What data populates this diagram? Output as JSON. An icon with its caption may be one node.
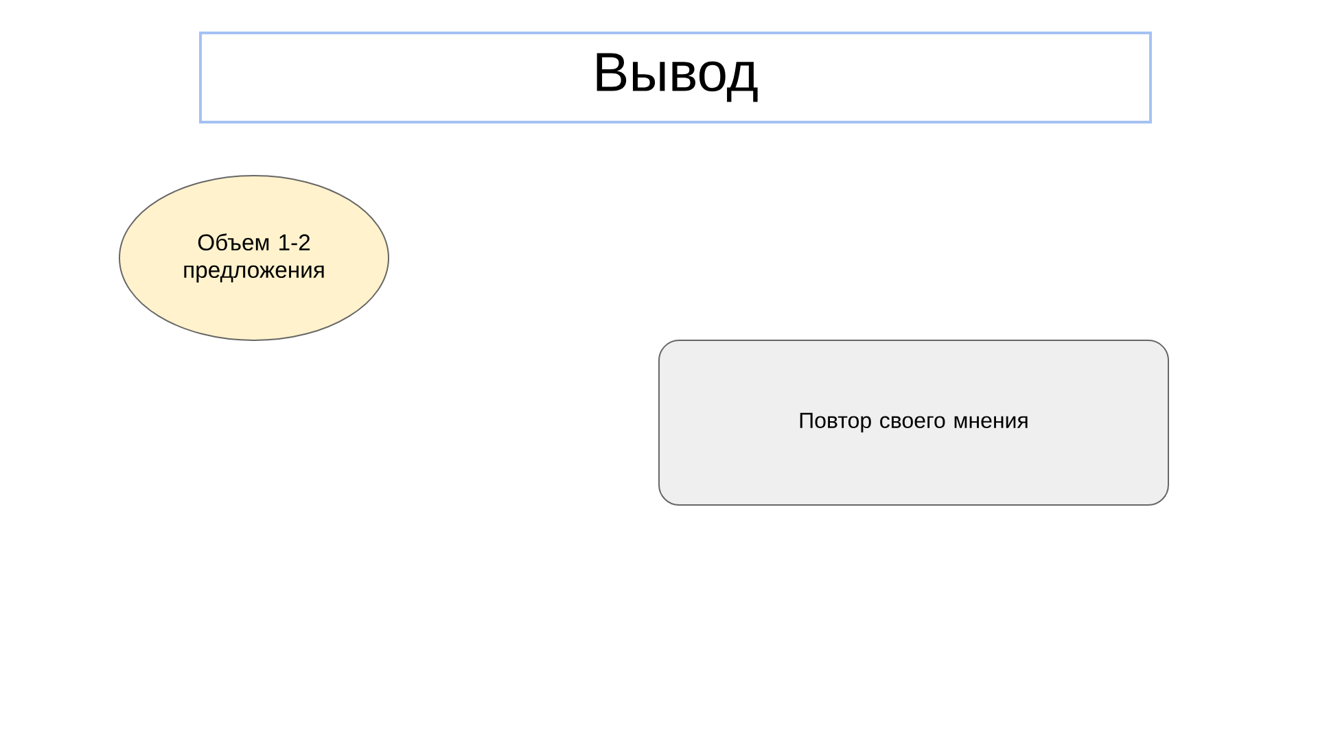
{
  "diagram": {
    "nodes": [
      {
        "text": [
          "Вывод"
        ]
      },
      {
        "text": [
          "Объем 1-2 предложения"
        ]
      },
      {
        "text": [
          "Повтор своего мнения"
        ]
      }
    ]
  }
}
